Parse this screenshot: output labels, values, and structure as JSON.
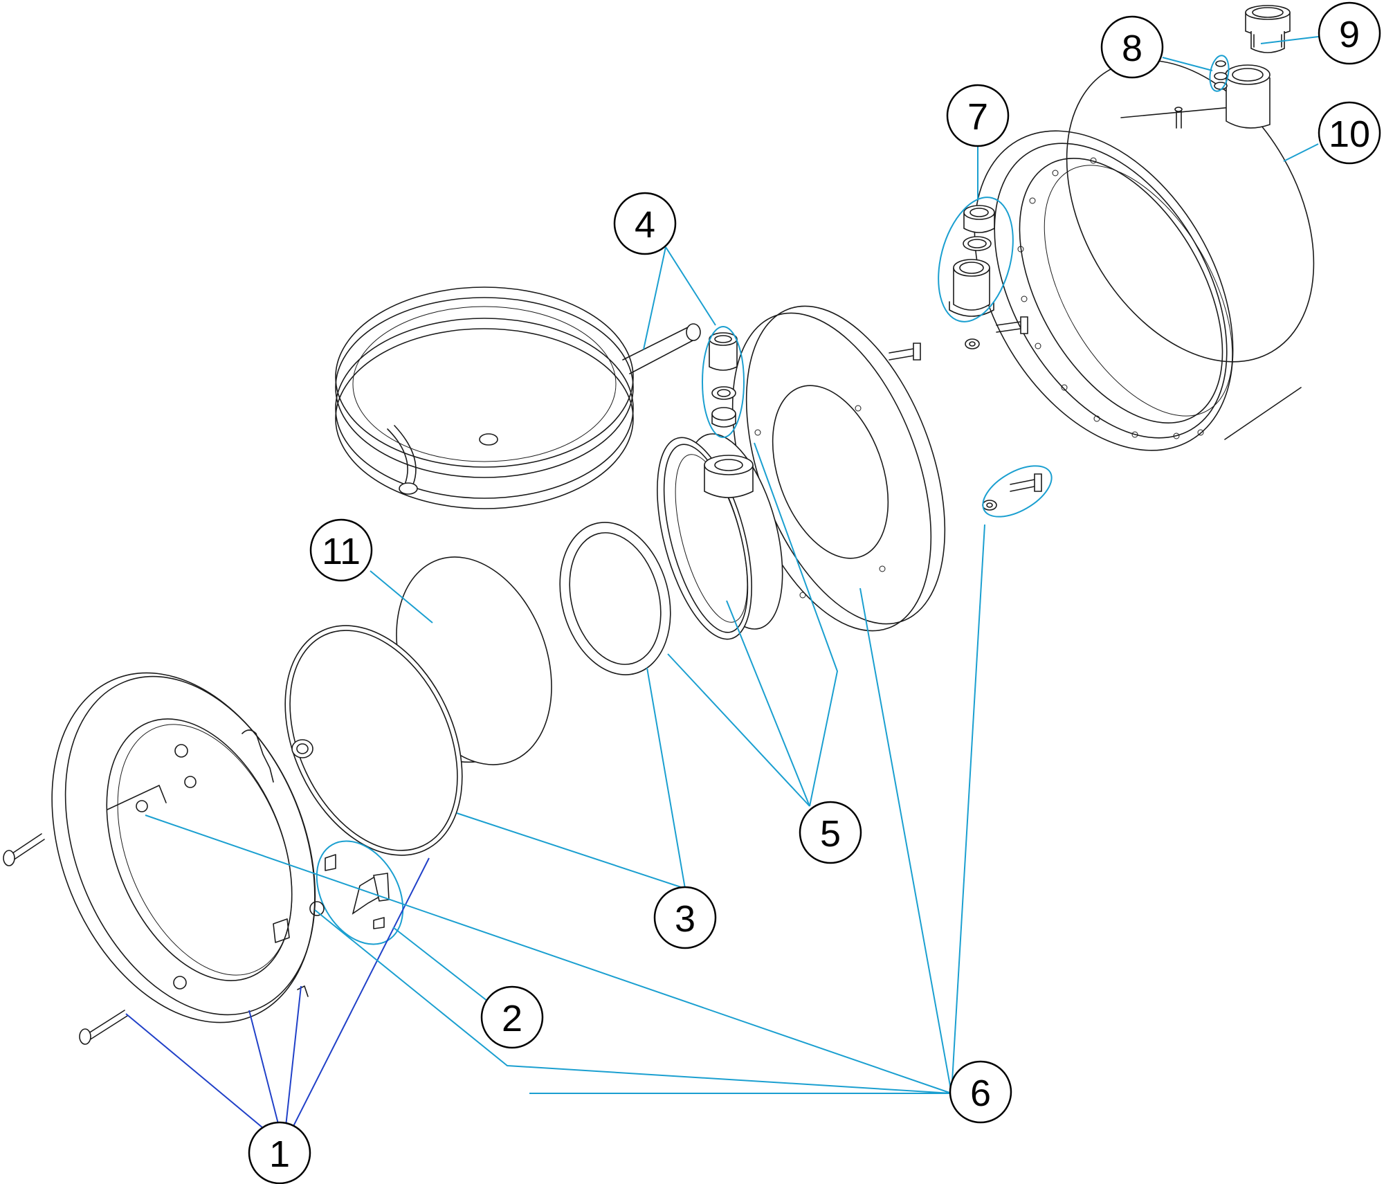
{
  "callouts": [
    {
      "id": "1",
      "label": "1"
    },
    {
      "id": "2",
      "label": "2"
    },
    {
      "id": "3",
      "label": "3"
    },
    {
      "id": "4",
      "label": "4"
    },
    {
      "id": "5",
      "label": "5"
    },
    {
      "id": "6",
      "label": "6"
    },
    {
      "id": "7",
      "label": "7"
    },
    {
      "id": "8",
      "label": "8"
    },
    {
      "id": "9",
      "label": "9"
    },
    {
      "id": "10",
      "label": "10"
    },
    {
      "id": "11",
      "label": "11"
    }
  ],
  "colors": {
    "leader": "#1a9fd0",
    "leader_dark": "#2040c8",
    "outline": "#1a1a1a"
  }
}
